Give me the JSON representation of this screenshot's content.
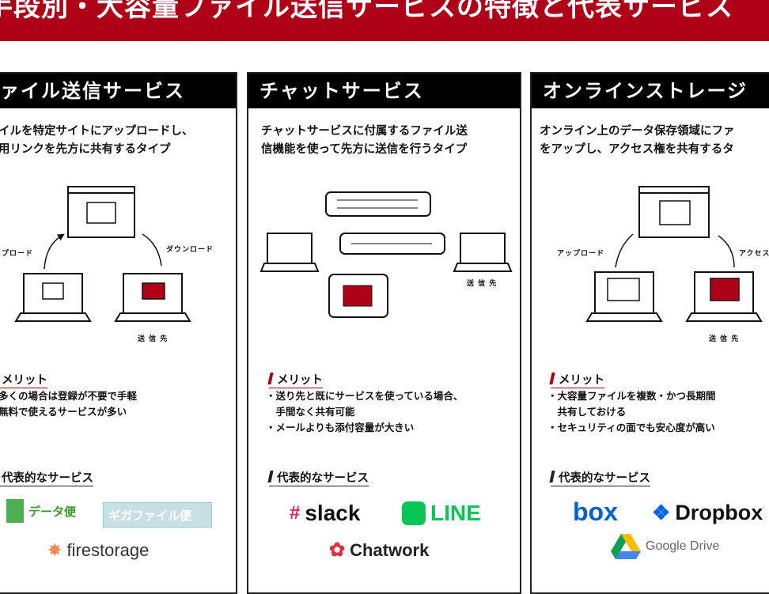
{
  "banner": {
    "title": "手段別・大容量ファイル送信サービスの特徴と代表サービス"
  },
  "panels": [
    {
      "title": "ァイル送信サービス",
      "desc": [
        "イルを特定サイトにアップロードし、",
        "用リンクを先方に共有するタイプ"
      ],
      "labels": {
        "upload": "プロード",
        "download": "ダウンロード",
        "dest": "送 信 先"
      },
      "merit_heading": "メリット",
      "merits": [
        "多くの場合は登録が不要で手軽",
        "無料で使えるサービスが多い"
      ],
      "services_heading": "代表的なサービス",
      "services": [
        "データ便",
        "ギガファイル便",
        "firestorage"
      ]
    },
    {
      "title": "チャットサービス",
      "desc": [
        "チャットサービスに付属するファイル送",
        "信機能を使って先方に送信を行うタイプ"
      ],
      "labels": {
        "dest": "送 信 先"
      },
      "merit_heading": "メリット",
      "merits": [
        "・送り先と既にサービスを使っている場合、",
        "　手間なく共有可能",
        "・メールよりも添付容量が大きい"
      ],
      "services_heading": "代表的なサービス",
      "services": [
        "slack",
        "LINE",
        "Chatwork"
      ]
    },
    {
      "title": "オンラインストレージ",
      "desc": [
        "オンライン上のデータ保存領域にファ",
        "をアップし、アクセス権を共有するタ"
      ],
      "labels": {
        "upload": "アップロード",
        "access": "アクセス",
        "dest": "送 信 先"
      },
      "merit_heading": "メリット",
      "merits": [
        "・大容量ファイルを複数・かつ長期間",
        "　共有しておける",
        "・セキュリティの面でも安心度が高い"
      ],
      "services_heading": "代表的なサービス",
      "services": [
        "box",
        "Dropbox",
        "Google Drive"
      ]
    }
  ],
  "colors": {
    "accent": "#b00018",
    "slack": "#4a154b",
    "line": "#06c755",
    "box": "#0061d5",
    "dropbox": "#0061fe"
  }
}
